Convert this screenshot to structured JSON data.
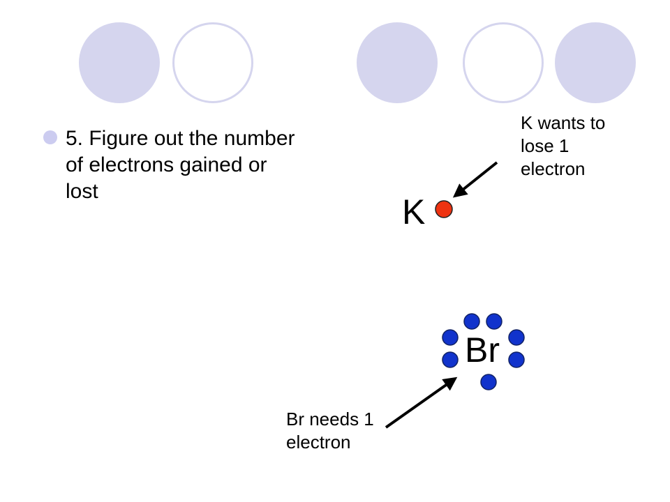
{
  "bullet": {
    "text": "5. Figure out the number of electrons gained or lost"
  },
  "potassium": {
    "symbol": "K",
    "note": "K wants to lose 1 electron",
    "valence_electrons": 1,
    "electron_color": "#ee3311"
  },
  "bromine": {
    "symbol": "Br",
    "note": "Br needs 1 electron",
    "valence_electrons": 7,
    "electron_color": "#1133cc"
  },
  "theme": {
    "decor_color": "#d5d5ee",
    "bullet_color": "#ccccf0"
  }
}
